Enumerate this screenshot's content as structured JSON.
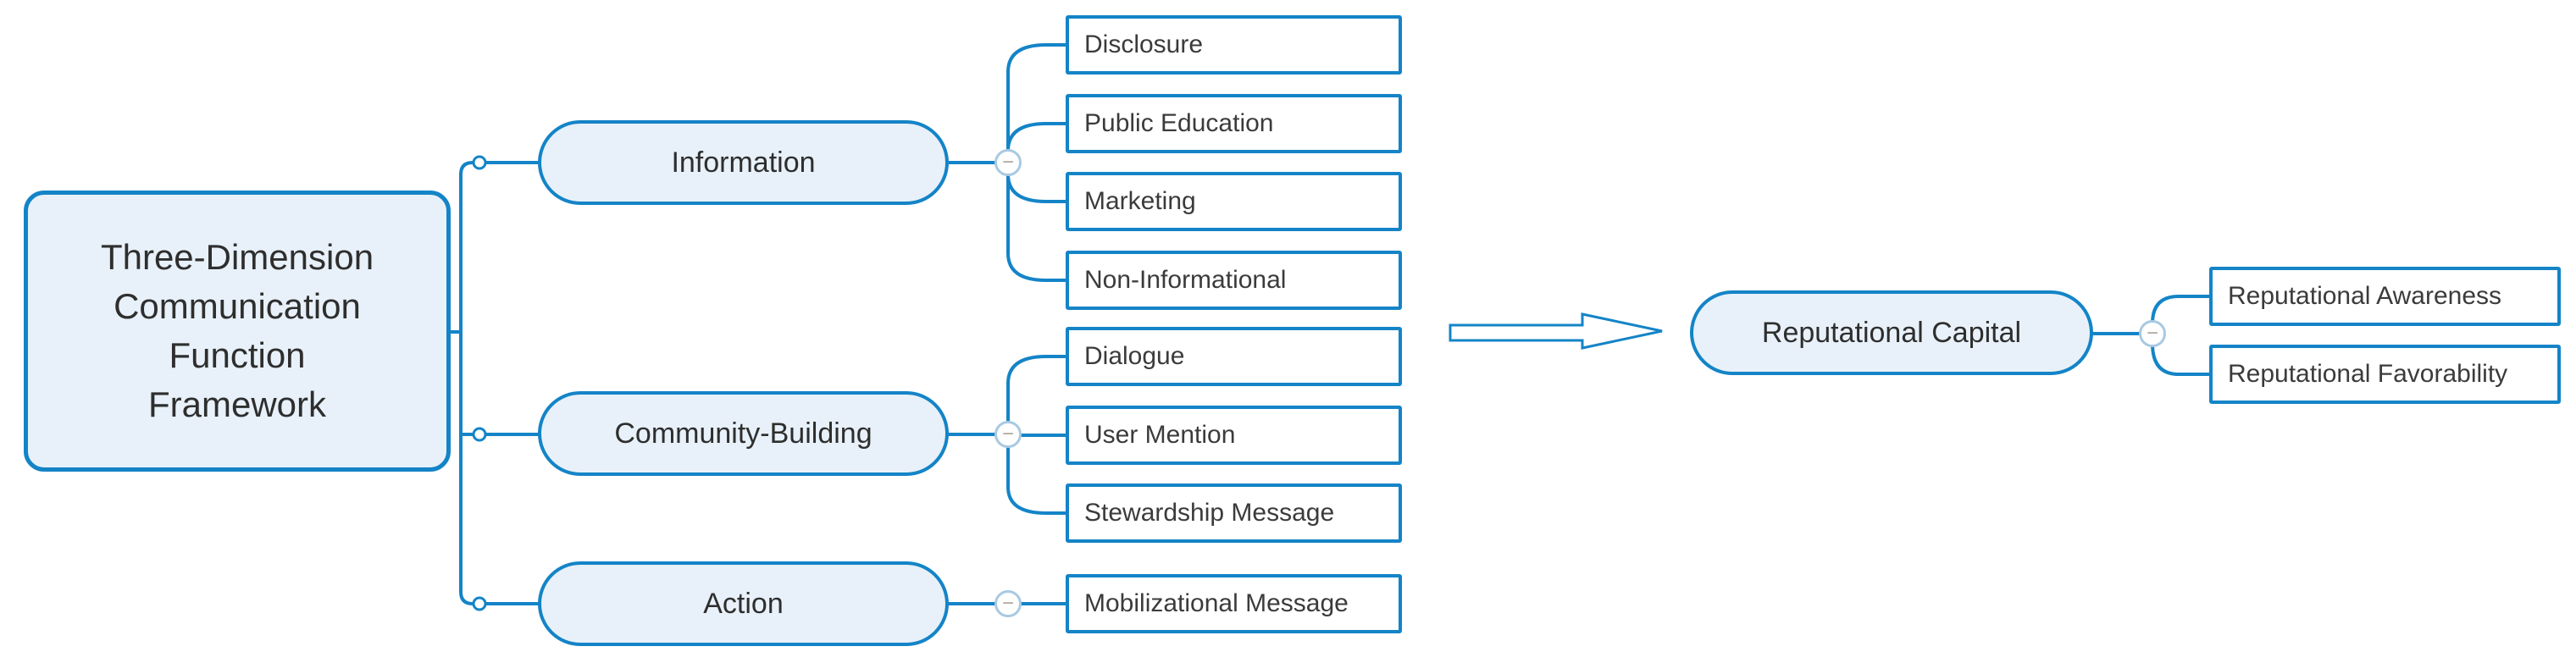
{
  "diagram": {
    "title": "Three-Dimension Communication Function Framework mind map",
    "toggle_symbol": "−",
    "root": {
      "label": "Three-Dimension Communication Function Framework"
    },
    "branches": [
      {
        "label": "Information",
        "children": [
          "Disclosure",
          "Public Education",
          "Marketing",
          "Non-Informational"
        ]
      },
      {
        "label": "Community-Building",
        "children": [
          "Dialogue",
          "User Mention",
          "Stewardship Message"
        ]
      },
      {
        "label": "Action",
        "children": [
          "Mobilizational Message"
        ]
      }
    ],
    "outcome": {
      "label": "Reputational Capital",
      "children": [
        "Reputational Awareness",
        "Reputational Favorability"
      ]
    },
    "colors": {
      "line_blue": "#1484c7",
      "node_fill": "#e8f1f9",
      "leaf_fill": "#ffffff",
      "text": "#2e2e2e",
      "toggle_ring": "#a9c9e2",
      "toggle_minus": "#b0a79e"
    }
  }
}
